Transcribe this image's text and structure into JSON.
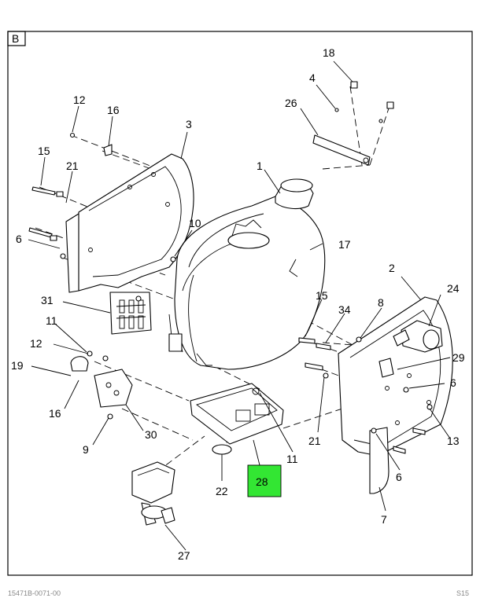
{
  "view_label": "B",
  "highlighted_callout": "28",
  "highlight_color": "#33e633",
  "callouts": [
    "1",
    "2",
    "3",
    "4",
    "6",
    "6",
    "6",
    "7",
    "8",
    "9",
    "10",
    "11",
    "11",
    "12",
    "12",
    "13",
    "15",
    "15",
    "16",
    "16",
    "17",
    "18",
    "19",
    "21",
    "21",
    "22",
    "24",
    "26",
    "27",
    "28",
    "29",
    "30",
    "31",
    "34"
  ],
  "footer": {
    "left": "15471B-0071-00",
    "right": "S15"
  }
}
